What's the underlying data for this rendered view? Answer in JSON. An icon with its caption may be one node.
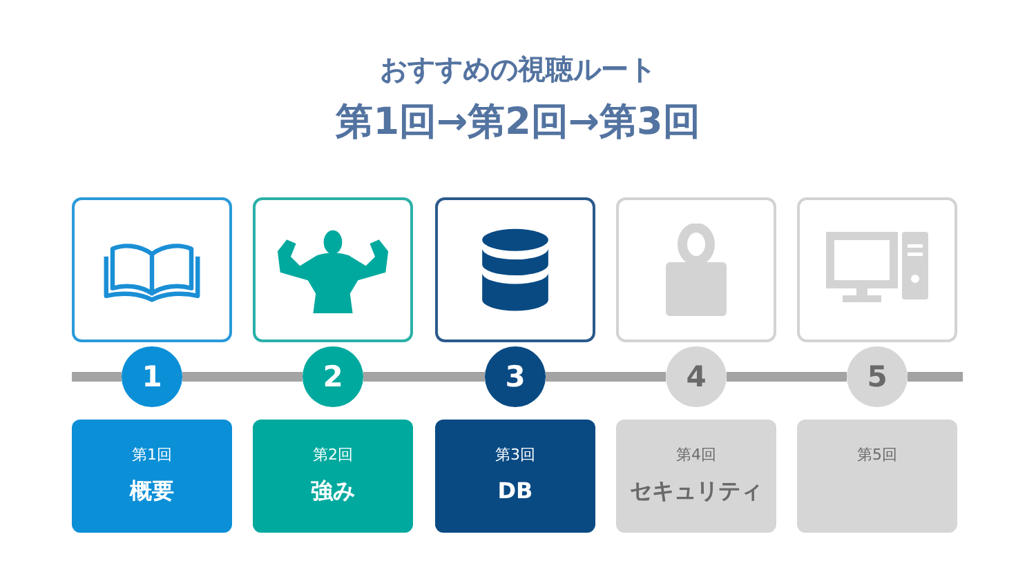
{
  "diagram": {
    "title": "おすすめの視聴ルート",
    "nodes": [
      {
        "text": [],
        "shape": "picture"
      },
      {
        "text": [],
        "shape": "picture"
      },
      {
        "text": [],
        "shape": "picture"
      },
      {
        "text": [],
        "shape": "picture"
      },
      {
        "text": [],
        "shape": "picture"
      },
      {
        "text": [
          "1"
        ]
      },
      {
        "text": [
          "2"
        ]
      },
      {
        "text": [
          "3"
        ]
      },
      {
        "text": [
          "4"
        ]
      },
      {
        "text": [
          "5"
        ]
      },
      {
        "text": [
          "第1回",
          "概要"
        ]
      },
      {
        "text": [
          "第2回",
          "強み"
        ]
      },
      {
        "text": [
          "第3回",
          "DB"
        ]
      },
      {
        "text": [
          "第4回",
          "セキュリティ"
        ]
      },
      {
        "text": [
          "第5回"
        ]
      }
    ],
    "edges": [
      {
        "from": null,
        "to": 5,
        "arrow": "none"
      },
      {
        "from": 5,
        "to": 6,
        "arrow": "none"
      },
      {
        "from": 6,
        "to": 7,
        "arrow": "none"
      },
      {
        "from": 7,
        "to": 8,
        "arrow": "none"
      },
      {
        "from": 8,
        "to": 9,
        "arrow": "none"
      },
      {
        "from": 9,
        "to": null,
        "arrow": "none"
      }
    ],
    "labels": [
      "第1回→第2回→第3回"
    ]
  }
}
